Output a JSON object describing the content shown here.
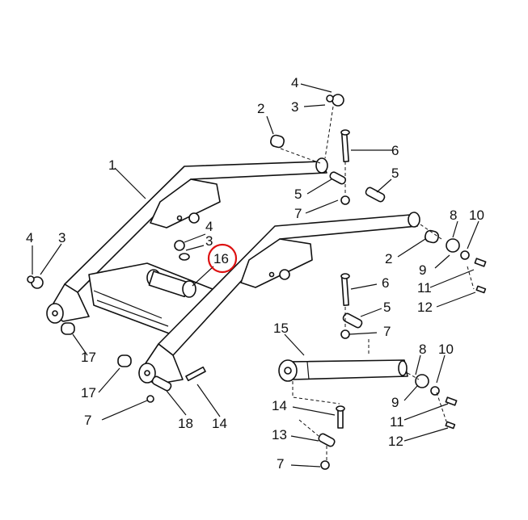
{
  "diagram": {
    "labels": {
      "l1": "1",
      "l2a": "2",
      "l2b": "2",
      "l3a": "3",
      "l3b": "3",
      "l3c": "3",
      "l4a": "4",
      "l4b": "4",
      "l4c": "4",
      "l5a": "5",
      "l5b": "5",
      "l5c": "5",
      "l6a": "6",
      "l6b": "6",
      "l7a": "7",
      "l7b": "7",
      "l7c": "7",
      "l7d": "7",
      "l8a": "8",
      "l8b": "8",
      "l9a": "9",
      "l9b": "9",
      "l10a": "10",
      "l10b": "10",
      "l11a": "11",
      "l11b": "11",
      "l12a": "12",
      "l12b": "12",
      "l13": "13",
      "l14a": "14",
      "l14b": "14",
      "l15": "15",
      "l16": "16",
      "l17a": "17",
      "l17b": "17",
      "l18": "18"
    },
    "highlight_color": "#dd1111"
  }
}
